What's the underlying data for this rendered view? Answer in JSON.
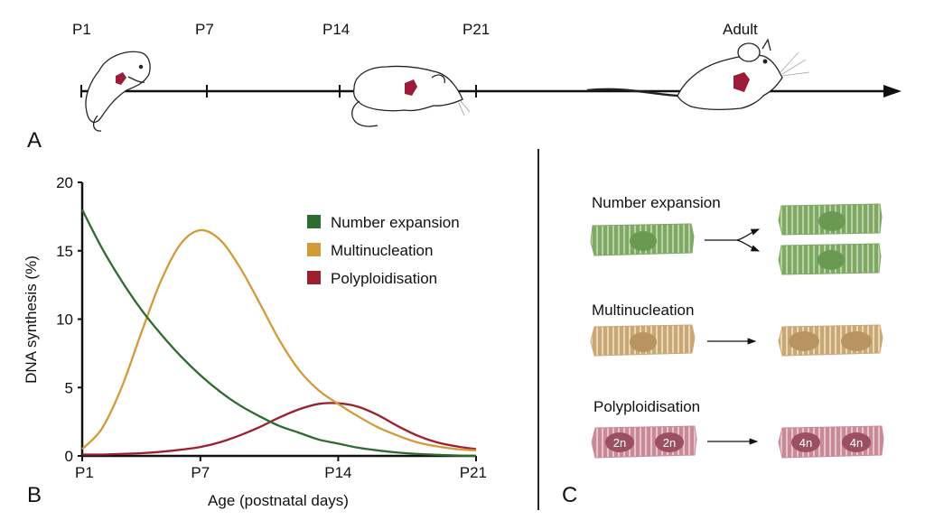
{
  "panel_a": {
    "letter": "A",
    "timeline_labels": [
      "P1",
      "P7",
      "P14",
      "P21",
      "Adult"
    ],
    "illustrations": [
      "neonatal-mouse-p1",
      "juvenile-mouse-p14",
      "adult-mouse"
    ]
  },
  "panel_b": {
    "letter": "B"
  },
  "panel_c": {
    "letter": "C",
    "rows": [
      {
        "title": "Number expansion",
        "color": "#7fa865",
        "nucleus_color": "#6a9a52",
        "before": [
          ""
        ],
        "after": [
          "",
          ""
        ]
      },
      {
        "title": "Multinucleation",
        "color": "#c9a877",
        "nucleus_color": "#b89460",
        "before": [
          ""
        ],
        "after": [
          "",
          ""
        ]
      },
      {
        "title": "Polyploidisation",
        "color": "#c88a98",
        "nucleus_color": "#9c4f62",
        "before": [
          "2n",
          "2n"
        ],
        "after": [
          "4n",
          "4n"
        ]
      }
    ]
  },
  "chart_data": {
    "type": "line",
    "title": "",
    "xlabel": "Age (postnatal days)",
    "ylabel": "DNA synthesis (%)",
    "xlim": [
      1,
      21
    ],
    "ylim": [
      0,
      20
    ],
    "x_ticks": [
      1,
      7,
      14,
      21
    ],
    "x_tick_labels": [
      "P1",
      "P7",
      "P14",
      "P21"
    ],
    "y_ticks": [
      0,
      5,
      10,
      15,
      20
    ],
    "y_tick_labels": [
      "0",
      "5",
      "10",
      "15",
      "20"
    ],
    "grid": false,
    "legend_position": "top-right",
    "series": [
      {
        "name": "Number expansion",
        "color": "#2e6b2e",
        "x": [
          1,
          2,
          3,
          4,
          5,
          6,
          7,
          8,
          9,
          10,
          11,
          12,
          13,
          14,
          15,
          16,
          17,
          18,
          19,
          20,
          21
        ],
        "y": [
          18,
          15.2,
          12.8,
          10.7,
          8.9,
          7.3,
          5.9,
          4.7,
          3.7,
          2.9,
          2.2,
          1.7,
          1.2,
          0.9,
          0.6,
          0.4,
          0.25,
          0.15,
          0.08,
          0.03,
          0.0
        ]
      },
      {
        "name": "Multinucleation",
        "color": "#d39a3a",
        "x": [
          1,
          2,
          3,
          4,
          5,
          6,
          7,
          8,
          9,
          10,
          11,
          12,
          13,
          14,
          15,
          16,
          17,
          18,
          19,
          20,
          21
        ],
        "y": [
          0.5,
          2.0,
          5.0,
          9.0,
          12.8,
          15.5,
          16.5,
          15.8,
          13.8,
          11.2,
          8.5,
          6.3,
          4.8,
          3.8,
          2.9,
          2.1,
          1.5,
          1.0,
          0.7,
          0.5,
          0.4
        ]
      },
      {
        "name": "Polyploidisation",
        "color": "#9e1f2e",
        "x": [
          1,
          2,
          3,
          4,
          5,
          6,
          7,
          8,
          9,
          10,
          11,
          12,
          13,
          14,
          15,
          16,
          17,
          18,
          19,
          20,
          21
        ],
        "y": [
          0.1,
          0.1,
          0.15,
          0.2,
          0.3,
          0.45,
          0.65,
          1.0,
          1.5,
          2.1,
          2.8,
          3.4,
          3.8,
          3.85,
          3.6,
          3.0,
          2.2,
          1.5,
          1.0,
          0.7,
          0.5
        ]
      }
    ]
  }
}
